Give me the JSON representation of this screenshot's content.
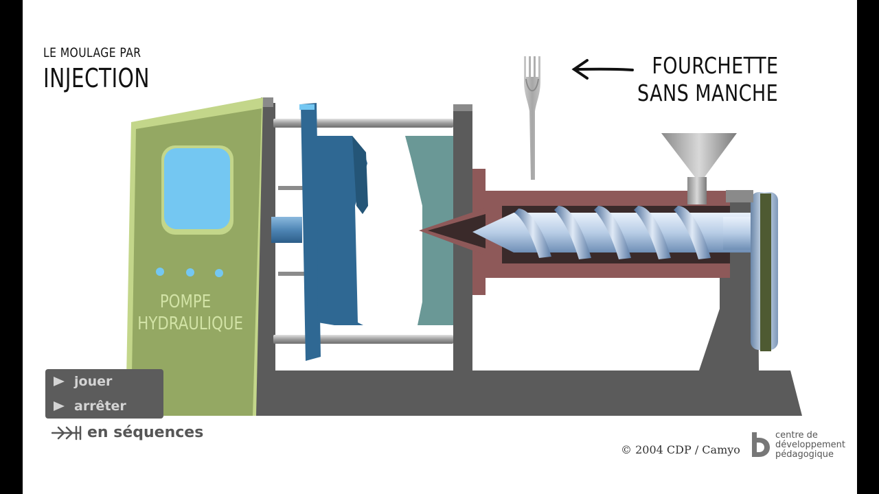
{
  "title": {
    "line1": "LE MOULAGE PAR",
    "line2": "INJECTION"
  },
  "callout": {
    "line1": "FOURCHETTE",
    "line2": "SANS MANCHE"
  },
  "pump": {
    "line1": "POMPE",
    "line2": "HYDRAULIQUE"
  },
  "controls": {
    "play_label": "jouer",
    "stop_label": "arrêter",
    "sequence_label": "en séquences"
  },
  "footer": {
    "copyright": "© 2004 CDP / Camyo",
    "logo_line1": "centre de",
    "logo_line2": "développement",
    "logo_line3": "pédagogique"
  },
  "colors": {
    "pump_green": "#94a863",
    "pump_light_green": "#c3d68a",
    "screen_blue": "#74c7f2",
    "frame_gray": "#5b5b5b",
    "mold_blue": "#2f6893",
    "mold_teal": "#6a9896",
    "barrel_red": "#8e5959",
    "screw_steel": "#c8d8ec"
  }
}
